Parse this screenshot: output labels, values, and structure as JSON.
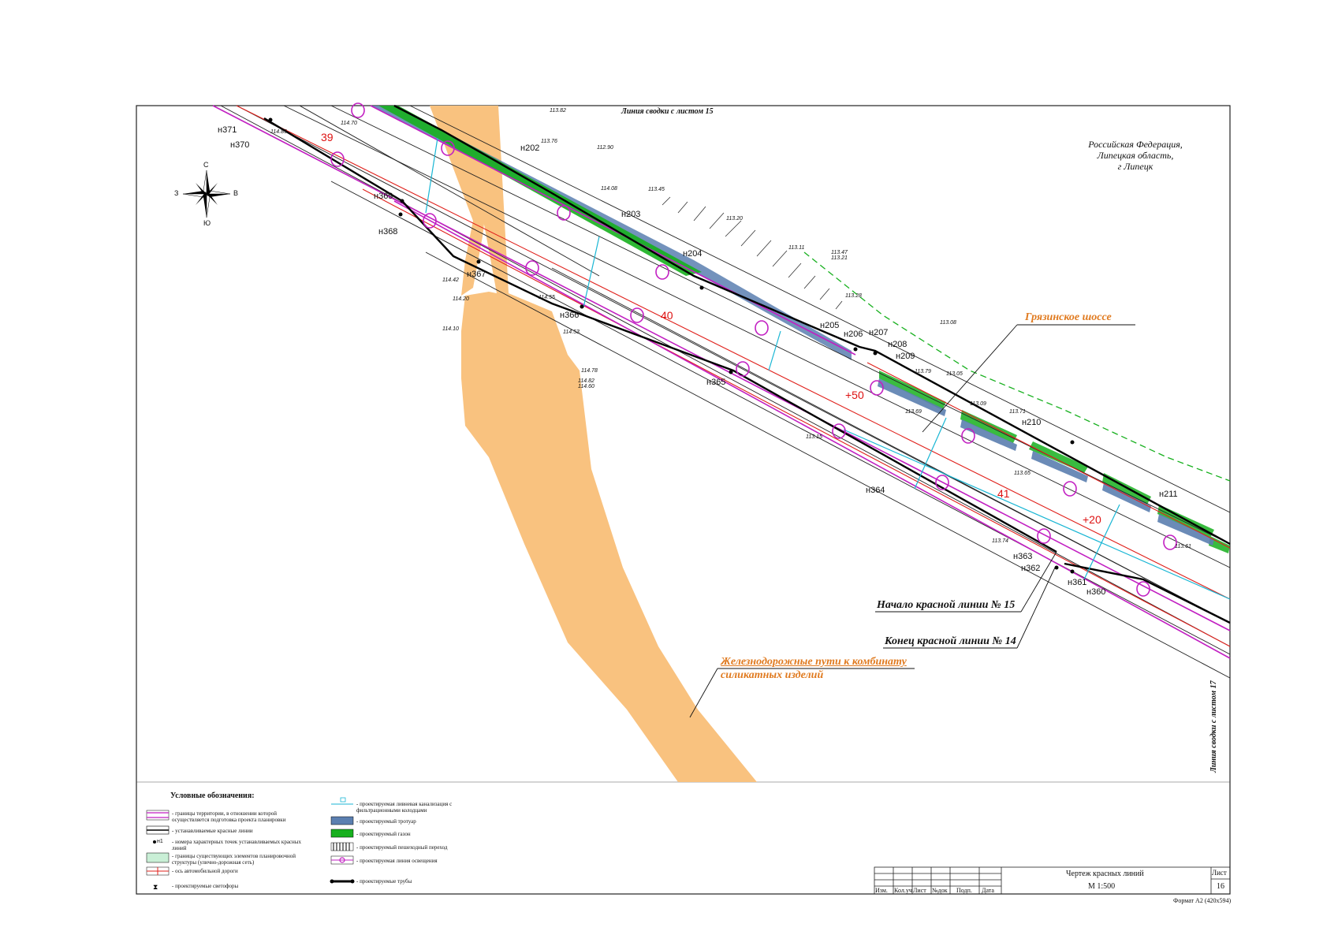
{
  "region": {
    "country": "Российская Федерация,",
    "oblast": "Липецкая область,",
    "city": "г Липецк"
  },
  "top_note": "Линия сводки с листом 15",
  "side_note": "Линия сводки с листом 17",
  "compass": {
    "n": "С",
    "s": "Ю",
    "w": "З",
    "e": "В"
  },
  "labels": {
    "road": "Грязинское шоссе",
    "rail_line1": "Железнодорожные пути к комбинату",
    "rail_line2": "силикатных изделий",
    "start_line": "Начало красной линии № 15",
    "end_line": "Конец красной линии № 14"
  },
  "points": [
    {
      "id": "н371"
    },
    {
      "id": "н370"
    },
    {
      "id": "н369"
    },
    {
      "id": "н368"
    },
    {
      "id": "н367"
    },
    {
      "id": "н366"
    },
    {
      "id": "н365"
    },
    {
      "id": "н364"
    },
    {
      "id": "н363"
    },
    {
      "id": "н362"
    },
    {
      "id": "н361"
    },
    {
      "id": "н360"
    },
    {
      "id": "н202"
    },
    {
      "id": "н203"
    },
    {
      "id": "н204"
    },
    {
      "id": "н205"
    },
    {
      "id": "н206"
    },
    {
      "id": "н207"
    },
    {
      "id": "н208"
    },
    {
      "id": "н209"
    },
    {
      "id": "н210"
    },
    {
      "id": "н211"
    }
  ],
  "pickets": [
    "39",
    "40",
    "+50",
    "+20",
    "41"
  ],
  "elevations": [
    "114.85",
    "114.70",
    "113.82",
    "113.76",
    "112.90",
    "114.08",
    "113.45",
    "113.20",
    "113.11",
    "113.47",
    "113.21",
    "113.28",
    "114.42",
    "114.20",
    "114.10",
    "114.55",
    "114.53",
    "114.78",
    "114.82",
    "114.60",
    "113.15",
    "113.69",
    "113.79",
    "113.05",
    "113.09",
    "113.71",
    "113.65",
    "113.74",
    "113.08",
    "113.61"
  ],
  "legend": {
    "title": "Условные обозначения:",
    "items": [
      "- границы территории, в отношении которой осуществляется подготовка проекта планировки",
      "- устанавливаемые красные линии",
      "- номера характерных точек устанавливаемых красных линий",
      "- границы существующих элементов планировочной структуры (улично-дорожная сеть)",
      "- ось автомобильной дороги",
      "- проектируемые светофоры"
    ],
    "items2": [
      "- проектируемая ливневая канализация с фильтрационными колодцами",
      "- проектируемый тротуар",
      "- проектируемый газон",
      "- проектируемый пешеходный переход",
      "- проектируемая линия освещения",
      "- проектируемые трубы"
    ],
    "marker_label": "н1"
  },
  "title_block": {
    "title": "Чертеж красных линий",
    "scale": "М 1:500",
    "sheet_label": "Лист",
    "sheet_number": "16",
    "cols": [
      "Изм.",
      "Кол.уч",
      "Лист",
      "№док",
      "Подп.",
      "Дата"
    ]
  },
  "format_note": "Формат А2 (420х594)",
  "colors": {
    "rail": "#f9c27f",
    "red_line": "#e0201b",
    "boundary": "#c21fc2",
    "sidewalk": "#5b7fb0",
    "lawn": "#17b01e",
    "storm": "#19b6d4",
    "label_orange": "#e07a1f"
  }
}
